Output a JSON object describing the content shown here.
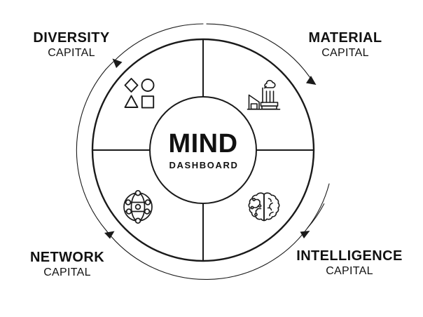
{
  "diagram": {
    "type": "circular-four-quadrant-infographic",
    "center": {
      "title": "MIND",
      "subtitle": "DASHBOARD"
    },
    "stroke_color": "#1a1a1a",
    "background_color": "#ffffff",
    "quadrants": [
      {
        "id": "diversity",
        "position": "top-left",
        "title": "DIVERSITY",
        "subtitle": "CAPITAL",
        "icon": "shapes-diversity-icon"
      },
      {
        "id": "material",
        "position": "top-right",
        "title": "MATERIAL",
        "subtitle": "CAPITAL",
        "icon": "factory-icon"
      },
      {
        "id": "network",
        "position": "bottom-left",
        "title": "NETWORK",
        "subtitle": "CAPITAL",
        "icon": "network-globe-icon"
      },
      {
        "id": "intelligence",
        "position": "bottom-right",
        "title": "INTELLIGENCE",
        "subtitle": "CAPITAL",
        "icon": "brain-circuit-icon"
      }
    ],
    "arrows": [
      {
        "id": "arrow-to-diversity",
        "points_to": "DIVERSITY"
      },
      {
        "id": "arrow-to-material",
        "points_to": "MATERIAL"
      },
      {
        "id": "arrow-to-network",
        "points_to": "NETWORK"
      },
      {
        "id": "arrow-to-intelligence",
        "points_to": "INTELLIGENCE"
      }
    ]
  }
}
